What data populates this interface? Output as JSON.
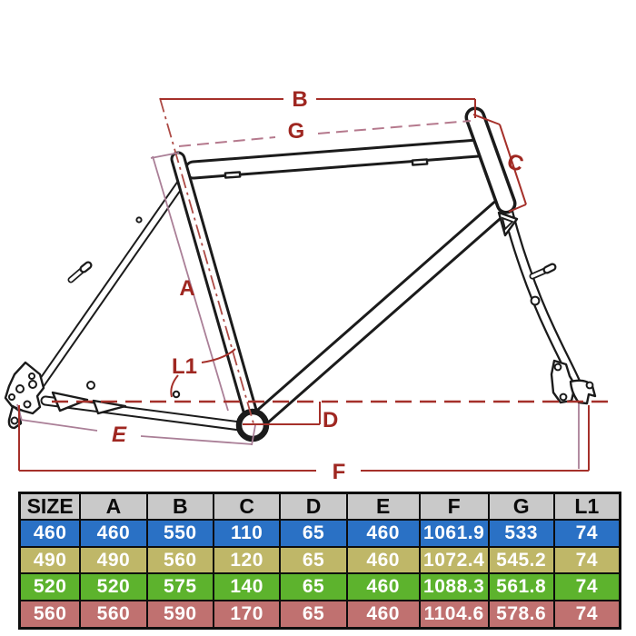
{
  "diagram": {
    "labels": {
      "A": "A",
      "B": "B",
      "C": "C",
      "D": "D",
      "E": "E",
      "F": "F",
      "G": "G",
      "L1": "L1"
    },
    "colors": {
      "frame_outline": "#1b1b1b",
      "dimension_red": "#a5302a",
      "dimension_mauve": "#aa7f97",
      "axis_dashdot_red": "#ad4a45",
      "label_red": "#9f2721"
    }
  },
  "table": {
    "headers": [
      "SIZE",
      "A",
      "B",
      "C",
      "D",
      "E",
      "F",
      "G",
      "L1"
    ],
    "header_bg": "#c9c9c9",
    "rows": [
      {
        "color": "#2a71c5",
        "cells": [
          "460",
          "460",
          "550",
          "110",
          "65",
          "460",
          "1061.9",
          "533",
          "74"
        ]
      },
      {
        "color": "#bfb768",
        "cells": [
          "490",
          "490",
          "560",
          "120",
          "65",
          "460",
          "1072.4",
          "545.2",
          "74"
        ]
      },
      {
        "color": "#5db32d",
        "cells": [
          "520",
          "520",
          "575",
          "140",
          "65",
          "460",
          "1088.3",
          "561.8",
          "74"
        ]
      },
      {
        "color": "#c07170",
        "cells": [
          "560",
          "560",
          "590",
          "170",
          "65",
          "460",
          "1104.6",
          "578.6",
          "74"
        ]
      }
    ]
  }
}
